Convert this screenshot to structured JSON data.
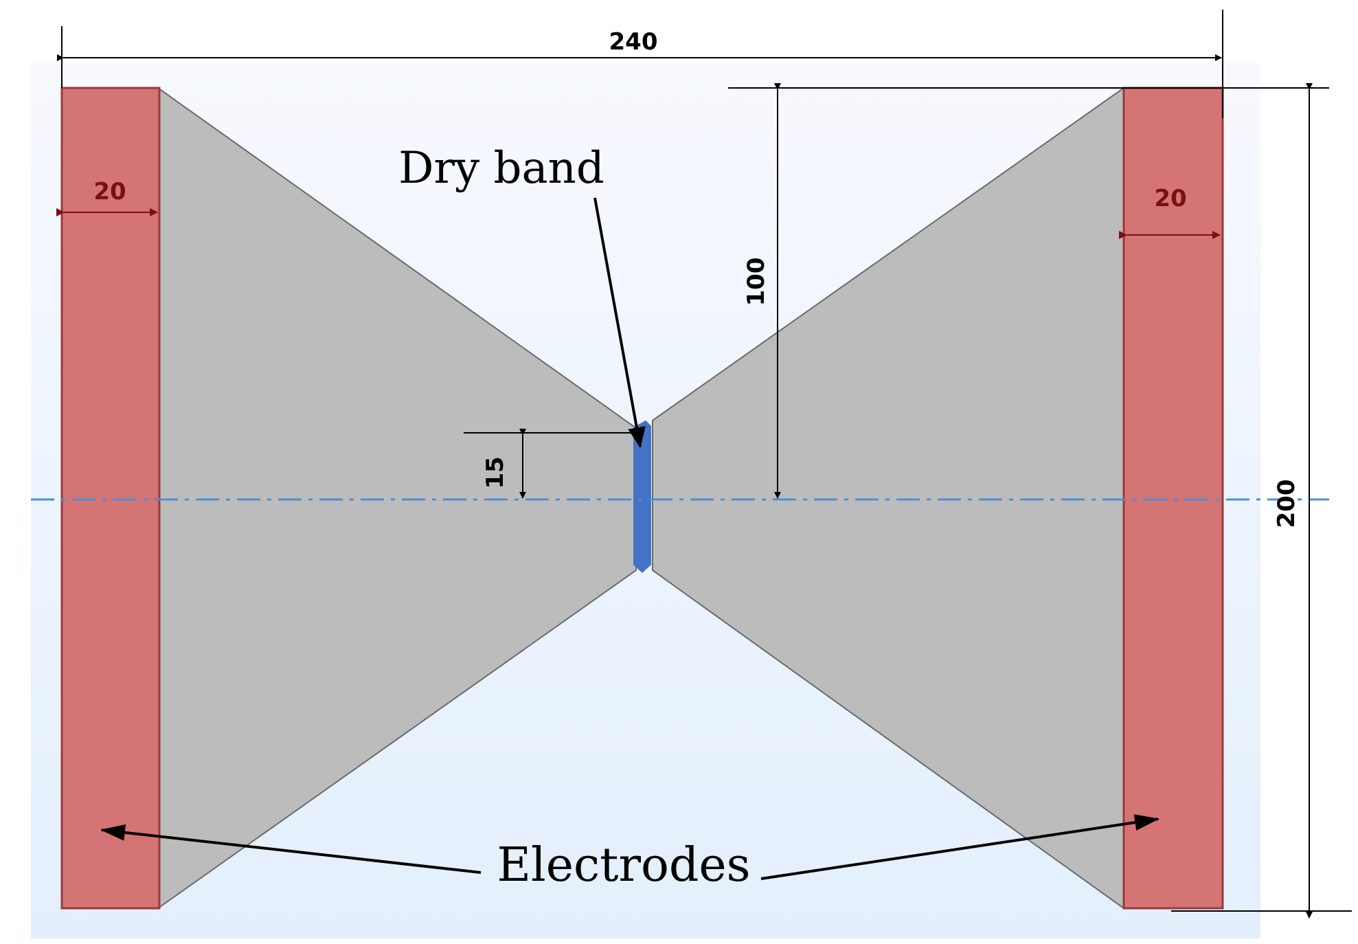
{
  "colors": {
    "background_top": "#f7f9fe",
    "background_bottom": "#e3effc",
    "electrode_fill": "#d47474",
    "electrode_stroke": "#9a3a3a",
    "body_fill": "#bcbcbc",
    "dry_band_fill": "#4472c4",
    "axis_line": "#4a8fd6",
    "dimension_line": "#000000",
    "electrode_dimension": "#7a1010"
  },
  "dimensions": {
    "total_width": "240",
    "total_height": "200",
    "half_height": "100",
    "dry_band_half_height": "15",
    "left_electrode_width": "20",
    "right_electrode_width": "20"
  },
  "labels": {
    "dry_band": "Dry band",
    "electrodes": "Electrodes"
  }
}
